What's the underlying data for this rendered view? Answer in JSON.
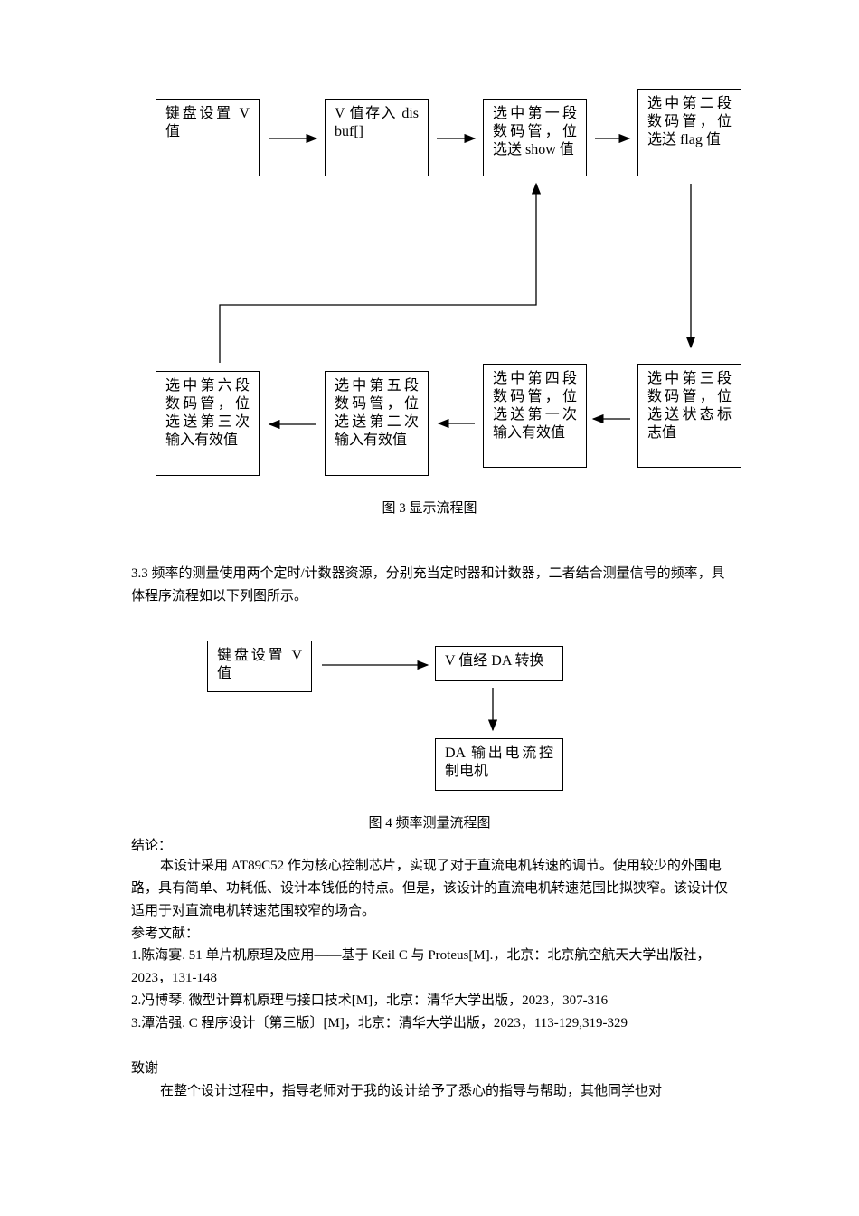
{
  "figure3": {
    "boxes": [
      "键盘设置 V 值",
      "V 值存入 disbuf[]",
      "选中第一段数码管，位选送 show 值",
      "选中第二段数码管，位选送 flag 值",
      "选中第三段数码管，位选送状态标志值",
      "选中第四段数码管，位选送第一次输入有效值",
      "选中第五段数码管，位选送第二次输入有效值",
      "选中第六段数码管，位选送第三次输入有效值"
    ],
    "caption": "图 3 显示流程图"
  },
  "section_3_3": "3.3 频率的测量使用两个定时/计数器资源，分别充当定时器和计数器，二者结合测量信号的频率，具体程序流程如以下列图所示。",
  "figure4": {
    "boxes": [
      "键盘设置 V 值",
      "V 值经 DA 转换",
      "DA 输出电流控制电机"
    ],
    "caption": "图 4 频率测量流程图"
  },
  "conclusion": {
    "heading": "结论：",
    "text": "本设计采用 AT89C52 作为核心控制芯片，实现了对于直流电机转速的调节。使用较少的外围电路，具有简单、功耗低、设计本钱低的特点。但是，该设计的直流电机转速范围比拟狭窄。该设计仅适用于对直流电机转速范围较窄的场合。"
  },
  "references": {
    "heading": "参考文献：",
    "items": [
      "1.陈海宴. 51 单片机原理及应用——基于 Keil C 与 Proteus[M].，北京：北京航空航天大学出版社，2023，131-148",
      "2.冯博琴. 微型计算机原理与接口技术[M]，北京：清华大学出版，2023，307-316",
      "3.潭浩强. C 程序设计〔第三版〕[M]，北京：清华大学出版，2023，113-129,319-329"
    ]
  },
  "acknowledgement": {
    "heading": "致谢",
    "text": "在整个设计过程中，指导老师对于我的设计给予了悉心的指导与帮助，其他同学也对"
  }
}
